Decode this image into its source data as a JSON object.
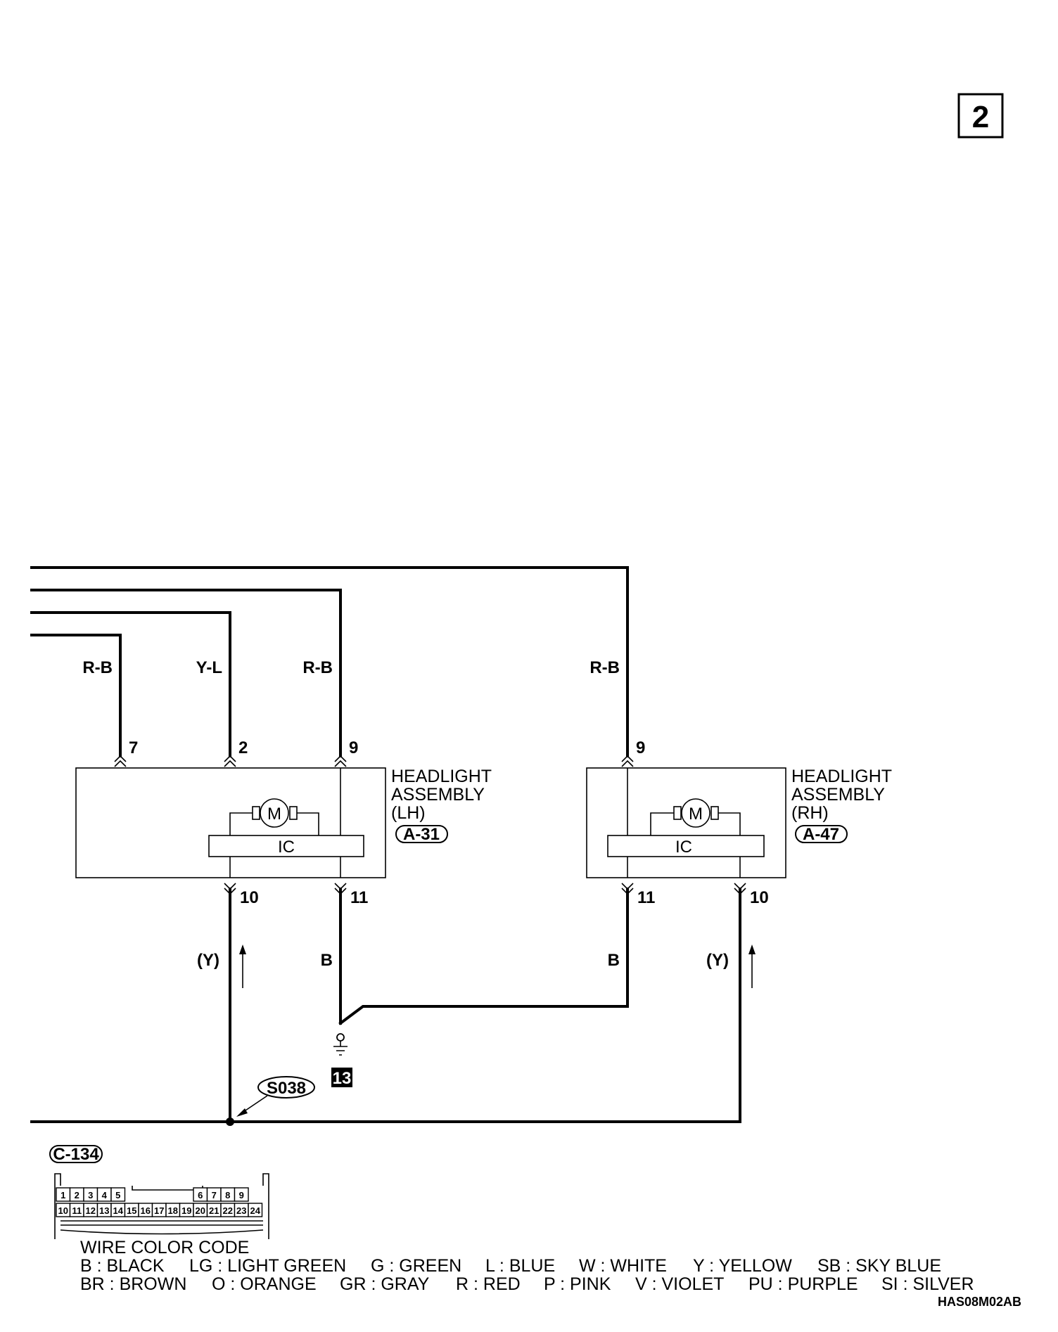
{
  "page_number": "2",
  "wire_labels": {
    "lh_pin7_color": "R-B",
    "lh_pin2_color": "Y-L",
    "lh_pin9_color": "R-B",
    "rh_pin9_color": "R-B",
    "lh_pin10_color": "(Y)",
    "lh_pin11_color": "B",
    "rh_pin11_color": "B",
    "rh_pin10_color": "(Y)"
  },
  "lh_assembly": {
    "name_line1": "HEADLIGHT",
    "name_line2": "ASSEMBLY",
    "name_line3": "(LH)",
    "connector": "A-31",
    "ic_label": "IC",
    "motor_label": "M",
    "pin_7": "7",
    "pin_2": "2",
    "pin_9": "9",
    "pin_10": "10",
    "pin_11": "11"
  },
  "rh_assembly": {
    "name_line1": "HEADLIGHT",
    "name_line2": "ASSEMBLY",
    "name_line3": "(RH)",
    "connector": "A-47",
    "ic_label": "IC",
    "motor_label": "M",
    "pin_9": "9",
    "pin_11": "11",
    "pin_10": "10"
  },
  "ground_number": "13",
  "splice_label": "S038",
  "connector_c134": {
    "name": "C-134",
    "top_row": [
      "1",
      "2",
      "3",
      "4",
      "5",
      "6",
      "7",
      "8",
      "9"
    ],
    "bottom_row": [
      "10",
      "11",
      "12",
      "13",
      "14",
      "15",
      "16",
      "17",
      "18",
      "19",
      "20",
      "21",
      "22",
      "23",
      "24"
    ]
  },
  "wire_color_code": {
    "title": "WIRE COLOR CODE",
    "row1": [
      "B : BLACK",
      "LG : LIGHT GREEN",
      "G : GREEN",
      "L : BLUE",
      "W : WHITE",
      "Y : YELLOW",
      "SB : SKY BLUE"
    ],
    "row2": [
      "BR : BROWN",
      "O : ORANGE",
      "GR : GRAY",
      "R : RED",
      "P : PINK",
      "V : VIOLET",
      "PU : PURPLE",
      "SI : SILVER"
    ]
  },
  "figure_code": "HAS08M02AB"
}
